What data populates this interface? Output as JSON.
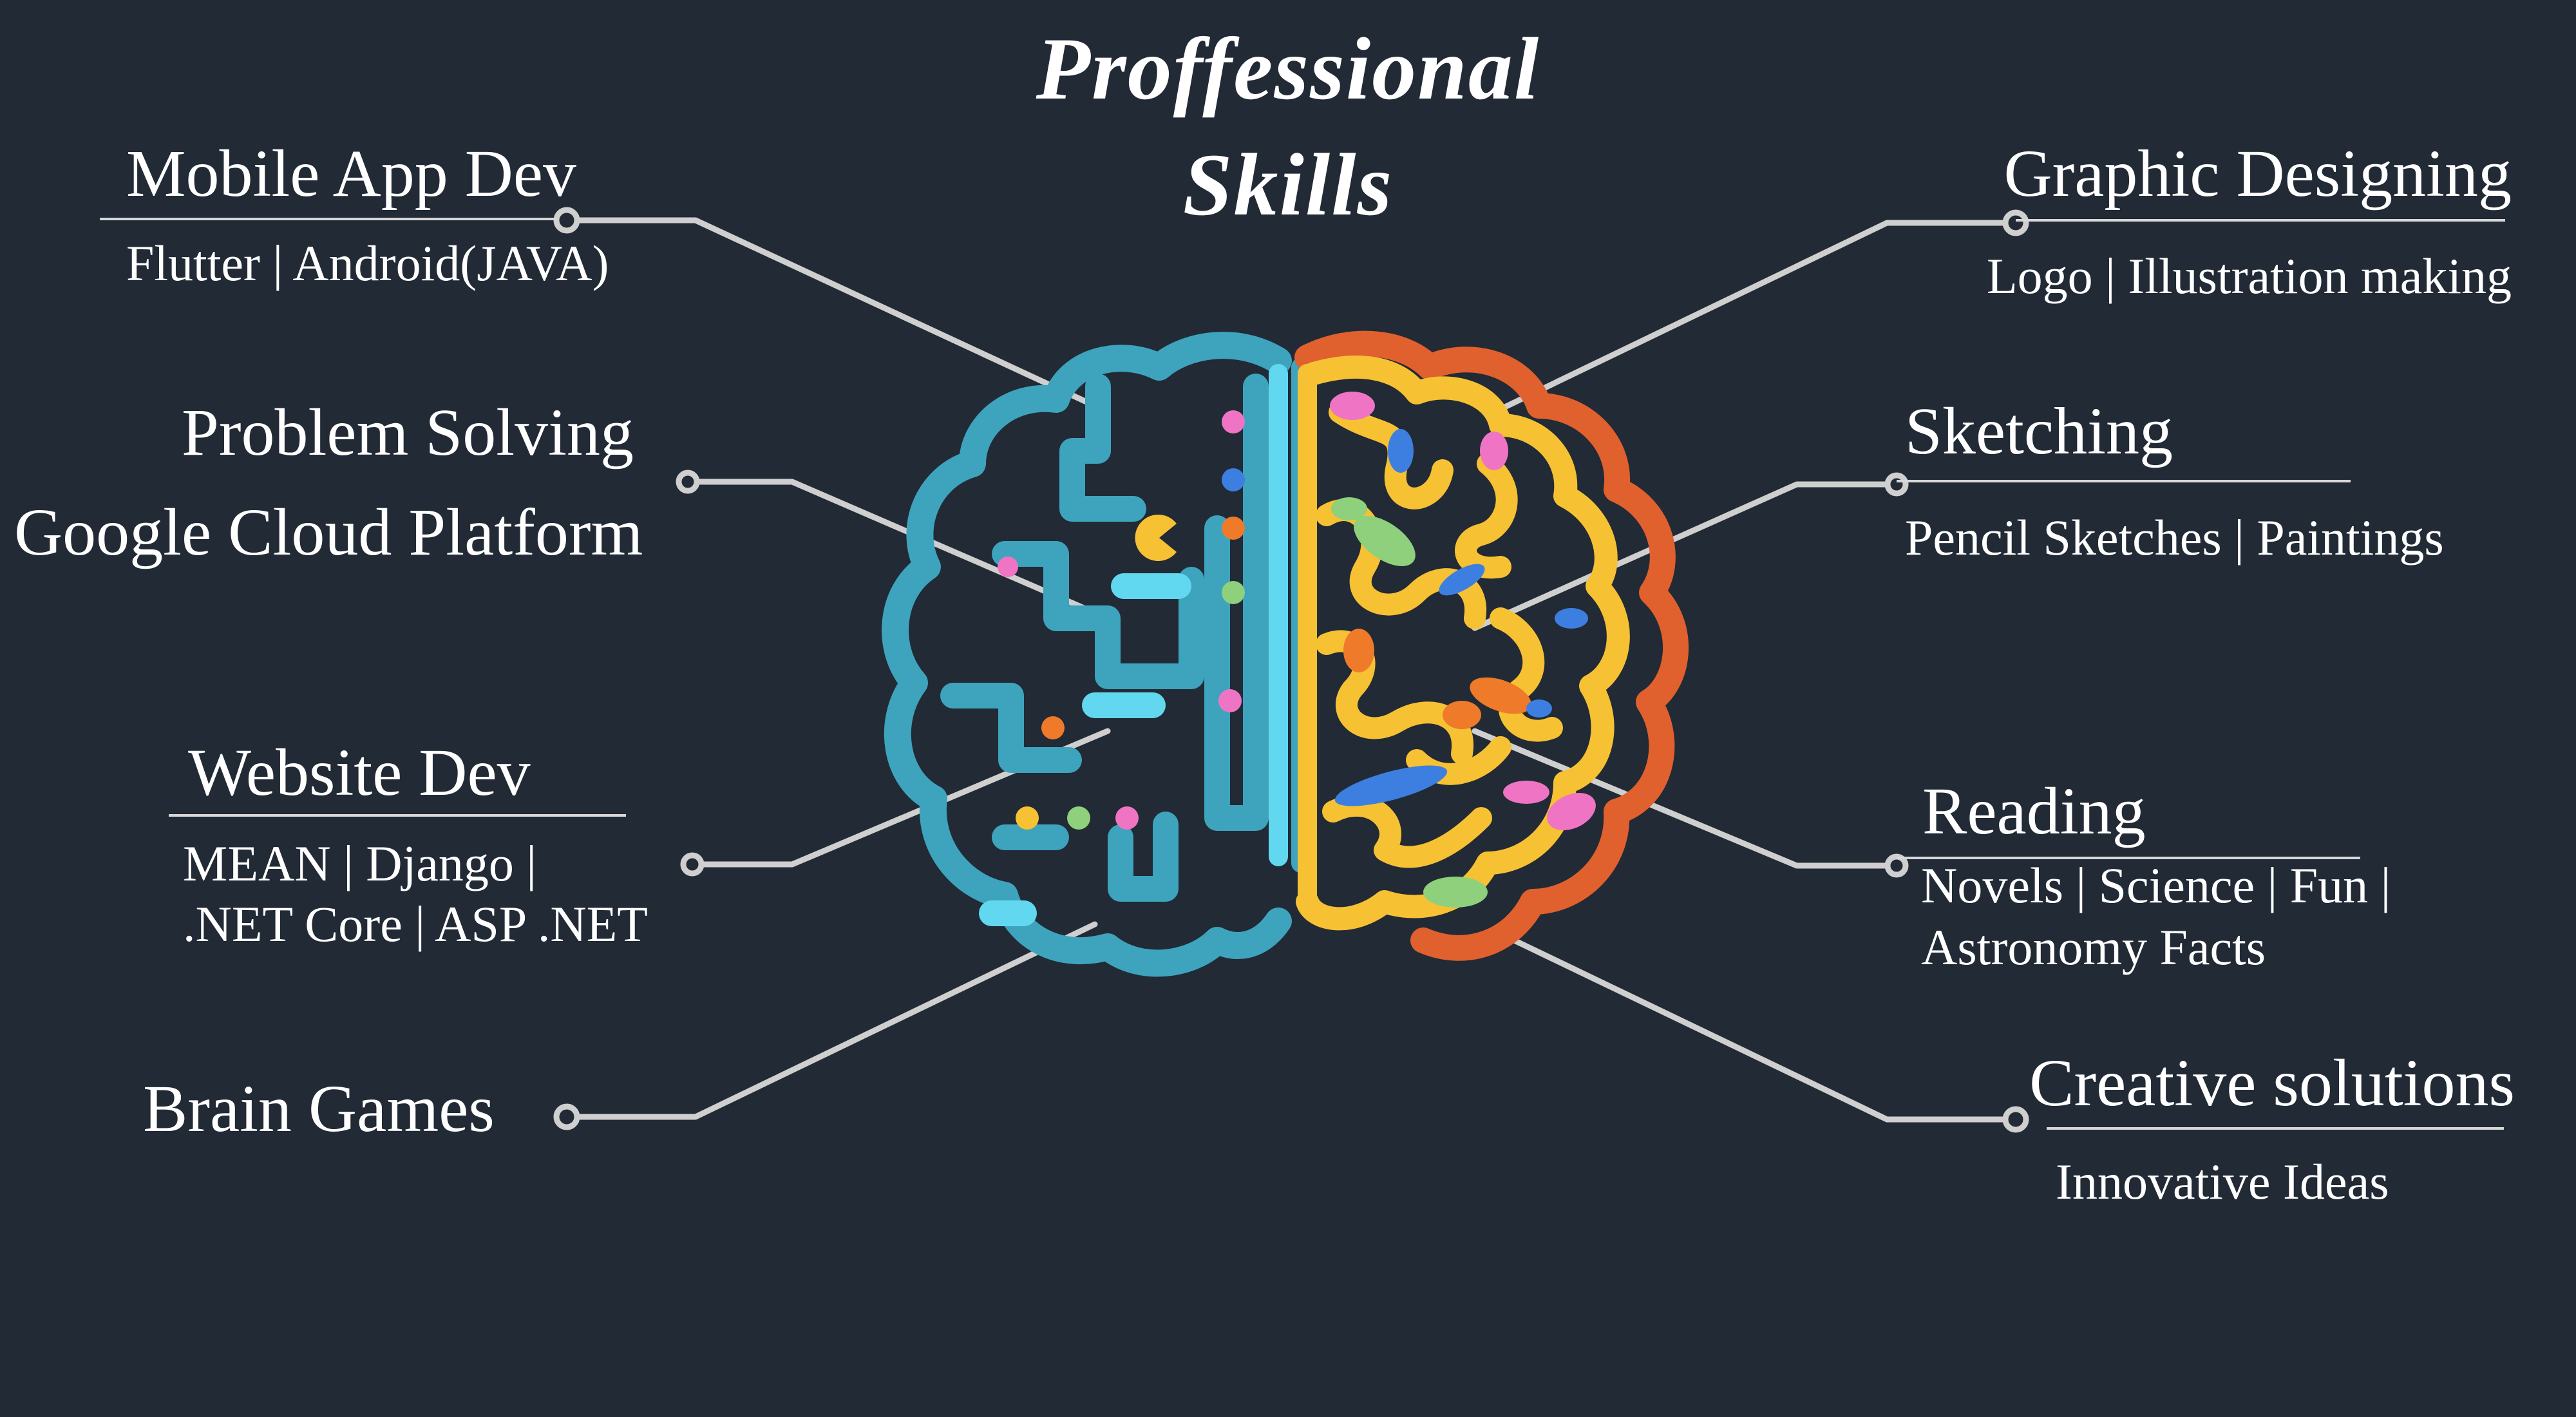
{
  "title": {
    "line1": "Proffessional",
    "line2": "Skills"
  },
  "left_skills": [
    {
      "heading": "Mobile App Dev",
      "details": [
        "Flutter | Android(JAVA)"
      ]
    },
    {
      "heading": "Problem Solving",
      "details": [
        "Google Cloud Platform"
      ]
    },
    {
      "heading": "Website Dev",
      "details": [
        "MEAN | Django |",
        ".NET Core | ASP .NET"
      ]
    },
    {
      "heading": "Brain Games",
      "details": []
    }
  ],
  "right_skills": [
    {
      "heading": "Graphic Designing",
      "details": [
        "Logo | Illustration making"
      ]
    },
    {
      "heading": "Sketching",
      "details": [
        "Pencil Sketches | Paintings"
      ]
    },
    {
      "heading": "Reading",
      "details": [
        "Novels | Science | Fun |",
        "Astronomy Facts"
      ]
    },
    {
      "heading": "Creative solutions",
      "details": [
        "Innovative Ideas"
      ]
    }
  ],
  "colors": {
    "background": "#212a35",
    "text": "#ffffff",
    "connector": "#cfcfcf",
    "brain_left": "#3ea3bd",
    "brain_left_accent": "#62d8f0",
    "brain_right": "#f7c134",
    "brain_right_outer": "#e0602e",
    "pink": "#ef74c4",
    "blue": "#3d7fe0",
    "orange": "#ee7a2a",
    "green": "#8fd07c"
  },
  "icons": [
    "brain-illustration",
    "pacman-icon"
  ]
}
